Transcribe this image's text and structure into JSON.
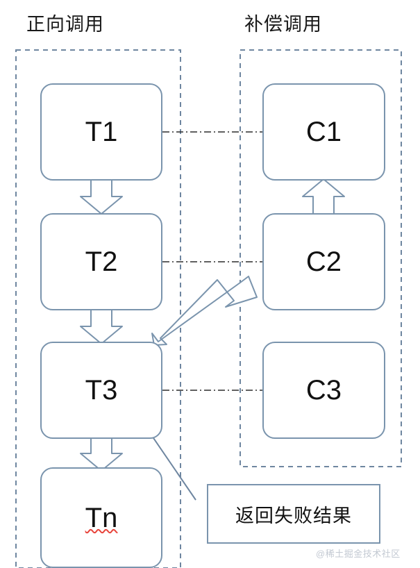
{
  "diagram": {
    "title_forward": "正向调用",
    "title_compensate": "补偿调用",
    "colors": {
      "stroke": "#7a94ad",
      "dashed_container": "#6e86a0",
      "connector": "#2b2b2b",
      "text": "#111111",
      "watermark": "#c3c9d2",
      "background": "#ffffff",
      "spellcheck_underline": "#e8453c"
    },
    "forward_nodes": [
      {
        "id": "T1",
        "label": "T1"
      },
      {
        "id": "T2",
        "label": "T2"
      },
      {
        "id": "T3",
        "label": "T3"
      },
      {
        "id": "Tn",
        "label": "Tn",
        "misspelled": true
      }
    ],
    "compensate_nodes": [
      {
        "id": "C1",
        "label": "C1"
      },
      {
        "id": "C2",
        "label": "C2"
      },
      {
        "id": "C3",
        "label": "C3"
      }
    ],
    "flow_arrows": [
      {
        "from": "T1",
        "to": "T2",
        "direction": "down",
        "style": "block-arrow"
      },
      {
        "from": "T2",
        "to": "T3",
        "direction": "down",
        "style": "block-arrow"
      },
      {
        "from": "T3",
        "to": "Tn",
        "direction": "down",
        "style": "block-arrow"
      },
      {
        "from": "C2",
        "to": "C1",
        "direction": "up",
        "style": "block-arrow"
      },
      {
        "from": "T3",
        "to": "C2",
        "direction": "diagonal-up-right",
        "style": "block-arrow"
      }
    ],
    "pair_links": [
      {
        "from": "T1",
        "to": "C1",
        "style": "dash-dot"
      },
      {
        "from": "T2",
        "to": "C2",
        "style": "dash-dot"
      },
      {
        "from": "T3",
        "to": "C3",
        "style": "dash-dot"
      }
    ],
    "callout": {
      "text": "返回失败结果",
      "leader_from": "T3"
    },
    "watermark": "@稀土掘金技术社区"
  }
}
